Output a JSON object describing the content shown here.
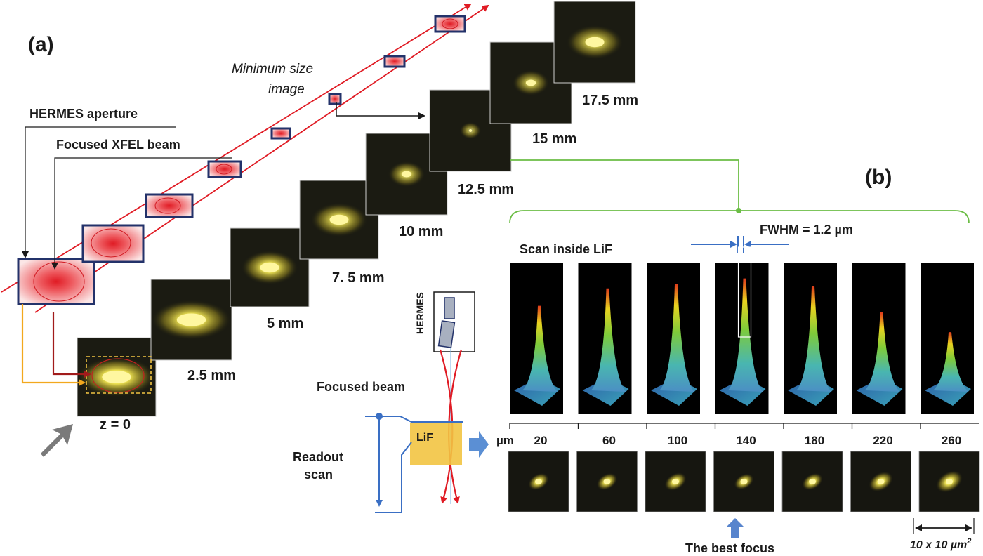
{
  "panel_a": {
    "label": "(a)",
    "annotations": {
      "aperture": "HERMES  aperture",
      "beam": "Focused XFEL beam",
      "minimum_line1": "Minimum size",
      "minimum_line2": "image"
    },
    "images": [
      {
        "distance": "z = 0",
        "spot": "wide",
        "spot_level": 1.0
      },
      {
        "distance": "2.5 mm",
        "spot": "wide",
        "spot_level": 0.85
      },
      {
        "distance": "5 mm",
        "spot": "medium",
        "spot_level": 0.75
      },
      {
        "distance": "7. 5 mm",
        "spot": "medium",
        "spot_level": 0.55
      },
      {
        "distance": "10 mm",
        "spot": "small",
        "spot_level": 0.35
      },
      {
        "distance": "12.5 mm",
        "spot": "point",
        "spot_level": 0.1
      },
      {
        "distance": "15 mm",
        "spot": "small",
        "spot_level": 0.25
      },
      {
        "distance": "17.5 mm",
        "spot": "medium",
        "spot_level": 0.45
      }
    ]
  },
  "panel_b": {
    "label": "(b)",
    "scan_title": "Scan inside LiF",
    "fwhm": "FWHM = 1.2 µm",
    "axis_unit": "µm",
    "positions": [
      "20",
      "60",
      "100",
      "140",
      "180",
      "220",
      "260"
    ],
    "peak_heights": [
      0.72,
      0.88,
      0.92,
      0.97,
      0.9,
      0.66,
      0.48
    ],
    "spot_sizes": [
      0.55,
      0.55,
      0.6,
      0.5,
      0.55,
      0.7,
      0.8
    ],
    "best_focus": "The best focus",
    "scale": "10 x 10 µm",
    "scale_sup": "2",
    "readout_line1": "Readout",
    "readout_line2": "scan",
    "focused_beam": "Focused beam",
    "hermes": "HERMES",
    "lif": "LiF"
  },
  "colors": {
    "beam_red": "#e01b24",
    "aperture_frame": "#23326a",
    "spot_yellow": "#fff35a",
    "green_bracket": "#6bbd45",
    "blue_arrow": "#3a6fc4",
    "lif_fill": "#f2c443",
    "orange_arrow": "#f2a81d",
    "dark_red_arrow": "#a11b1b",
    "grey_arrow": "#7a7a7a"
  }
}
